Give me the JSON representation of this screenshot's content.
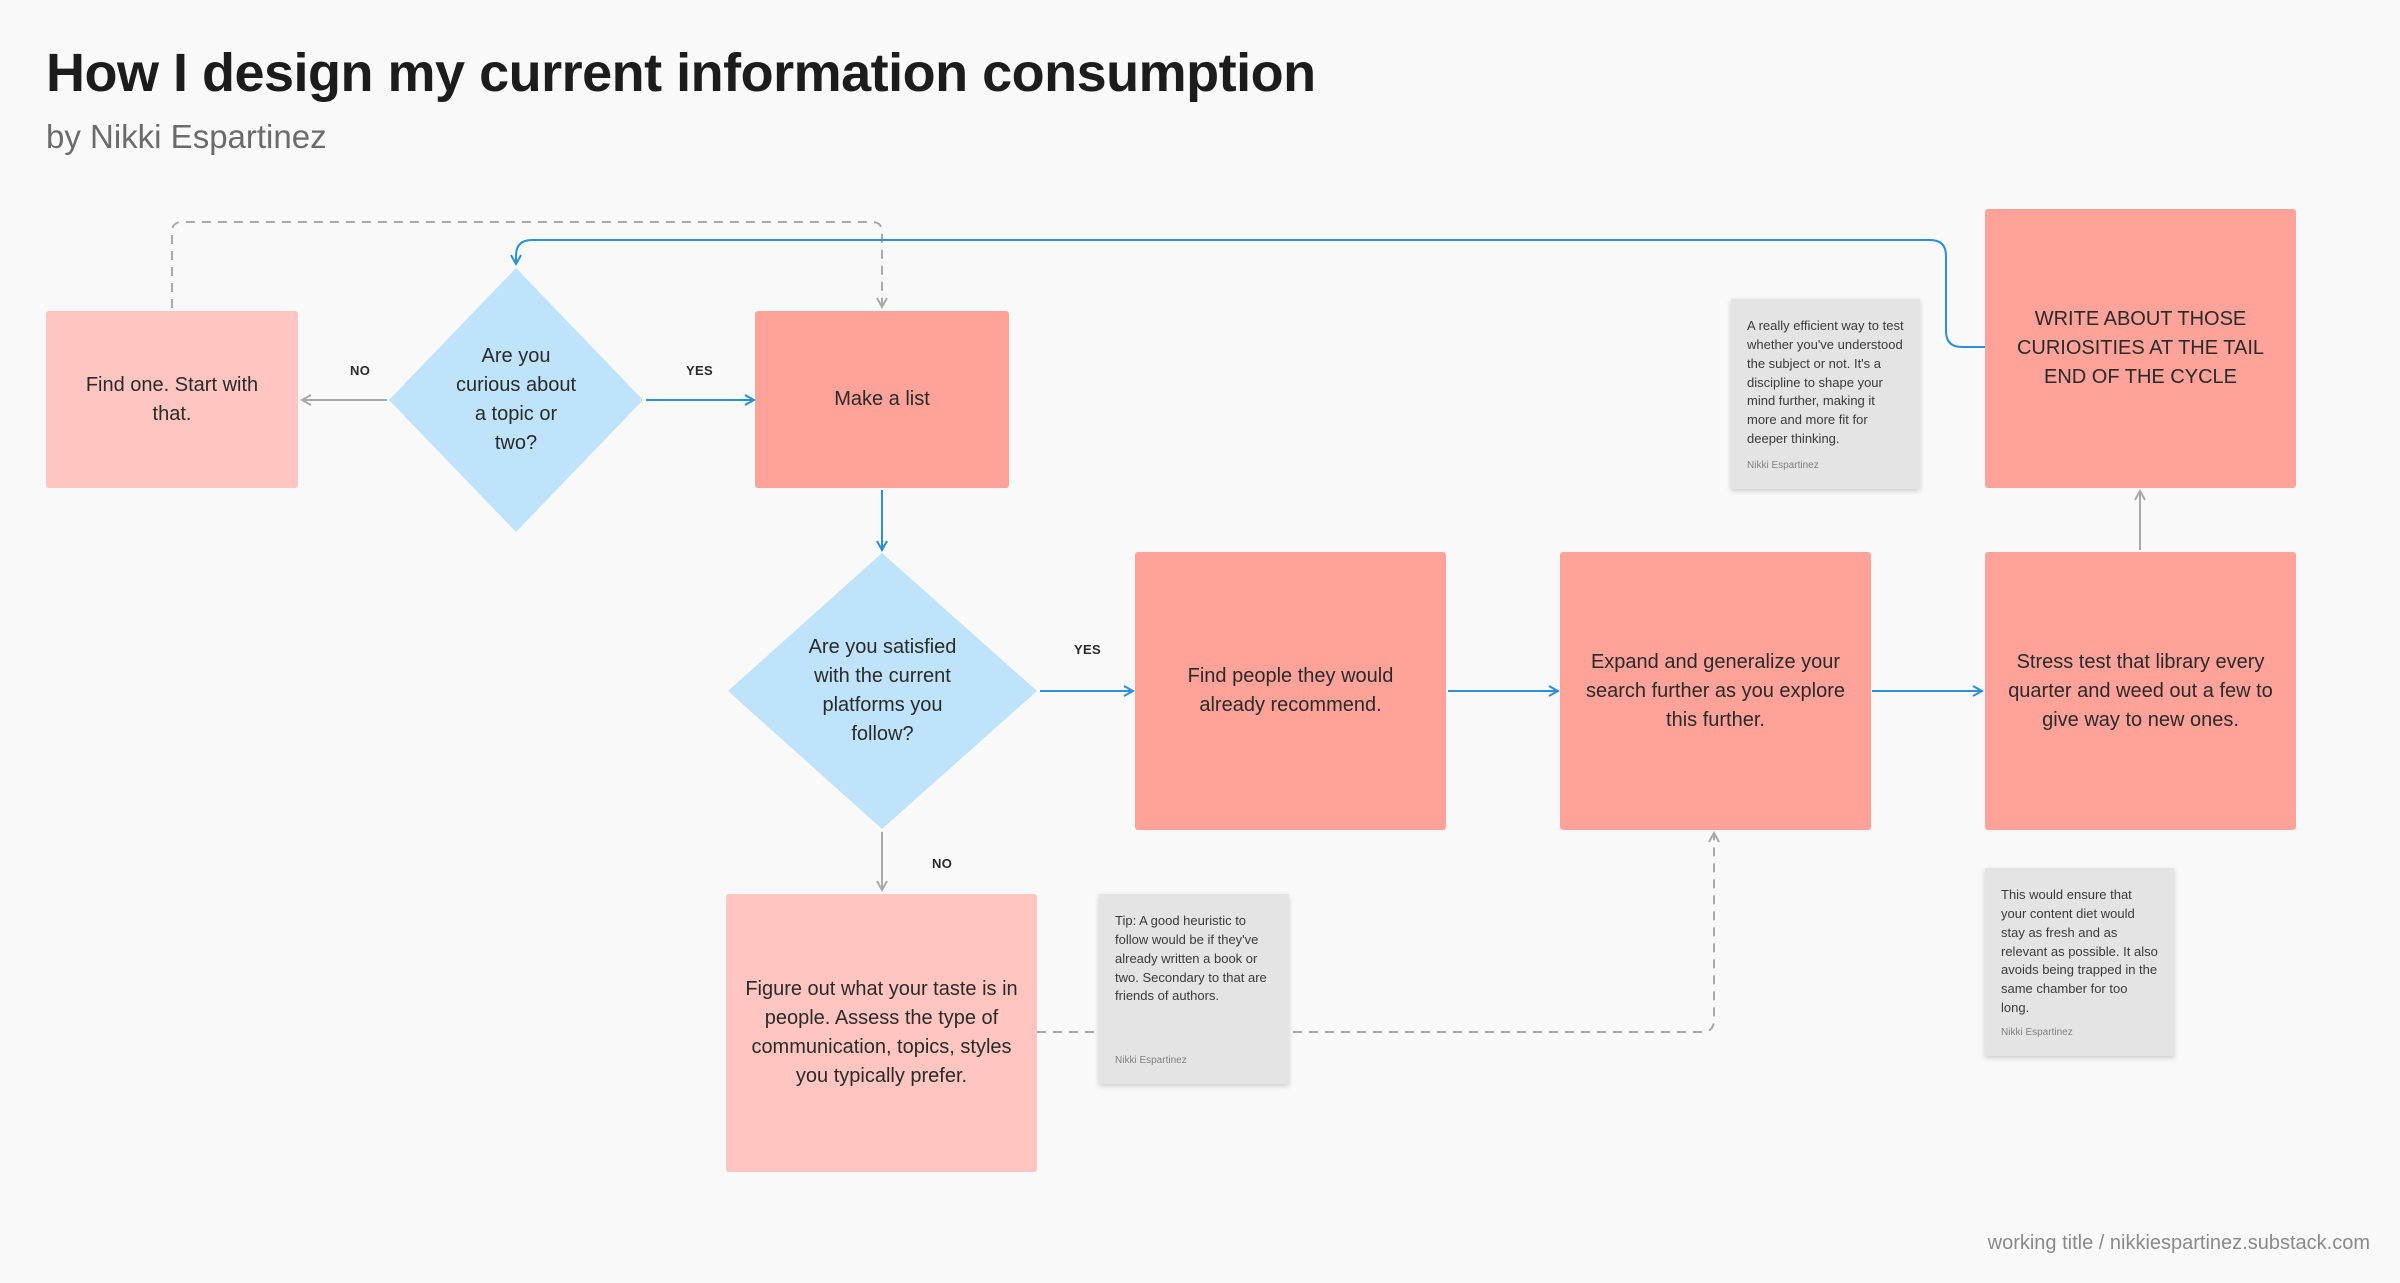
{
  "header": {
    "title": "How I design my current information consumption",
    "subtitle": "by Nikki Espartinez"
  },
  "footer": {
    "text": "working title / nikkiespartinez.substack.com"
  },
  "nodes": {
    "find_one": "Find one. Start with that.",
    "curious": "Are you curious about a topic or two?",
    "make_list": "Make a list",
    "satisfied": "Are you satisfied with the current platforms you follow?",
    "find_people": "Find people they would already recommend.",
    "expand": "Expand and generalize your search further as you explore this further.",
    "stress_test": "Stress test that library every quarter and weed out a few to give way to new ones.",
    "write_about": "WRITE ABOUT THOSE CURIOSITIES AT THE TAIL END OF THE CYCLE",
    "figure_out": "Figure out what your taste is in people. Assess the type of communication, topics, styles you typically prefer."
  },
  "labels": {
    "no_1": "NO",
    "yes_1": "YES",
    "yes_2": "YES",
    "no_2": "NO"
  },
  "notes": {
    "write_note": {
      "text": "A really efficient way to test whether you've understood the subject or not. It's a discipline to shape your mind further, making it more and more fit for deeper thinking.",
      "author": "Nikki Espartinez"
    },
    "tip_note": {
      "text": "Tip: A good heuristic to follow would be if they've already written a book or two. Secondary to that are friends of authors.",
      "author": "Nikki Espartinez"
    },
    "stress_note": {
      "text": "This would ensure that your content diet would stay as fresh and as relevant as possible. It also avoids being trapped in the same chamber for too long.",
      "author": "Nikki Espartinez"
    }
  },
  "colors": {
    "light_box": "#ffc6c1",
    "dark_box": "#ffa29a",
    "diamond": "#bfe3fb",
    "blue_arrow": "#2b8fd9",
    "gray_arrow": "#a9a9a9",
    "note_bg": "#e4e4e4"
  }
}
